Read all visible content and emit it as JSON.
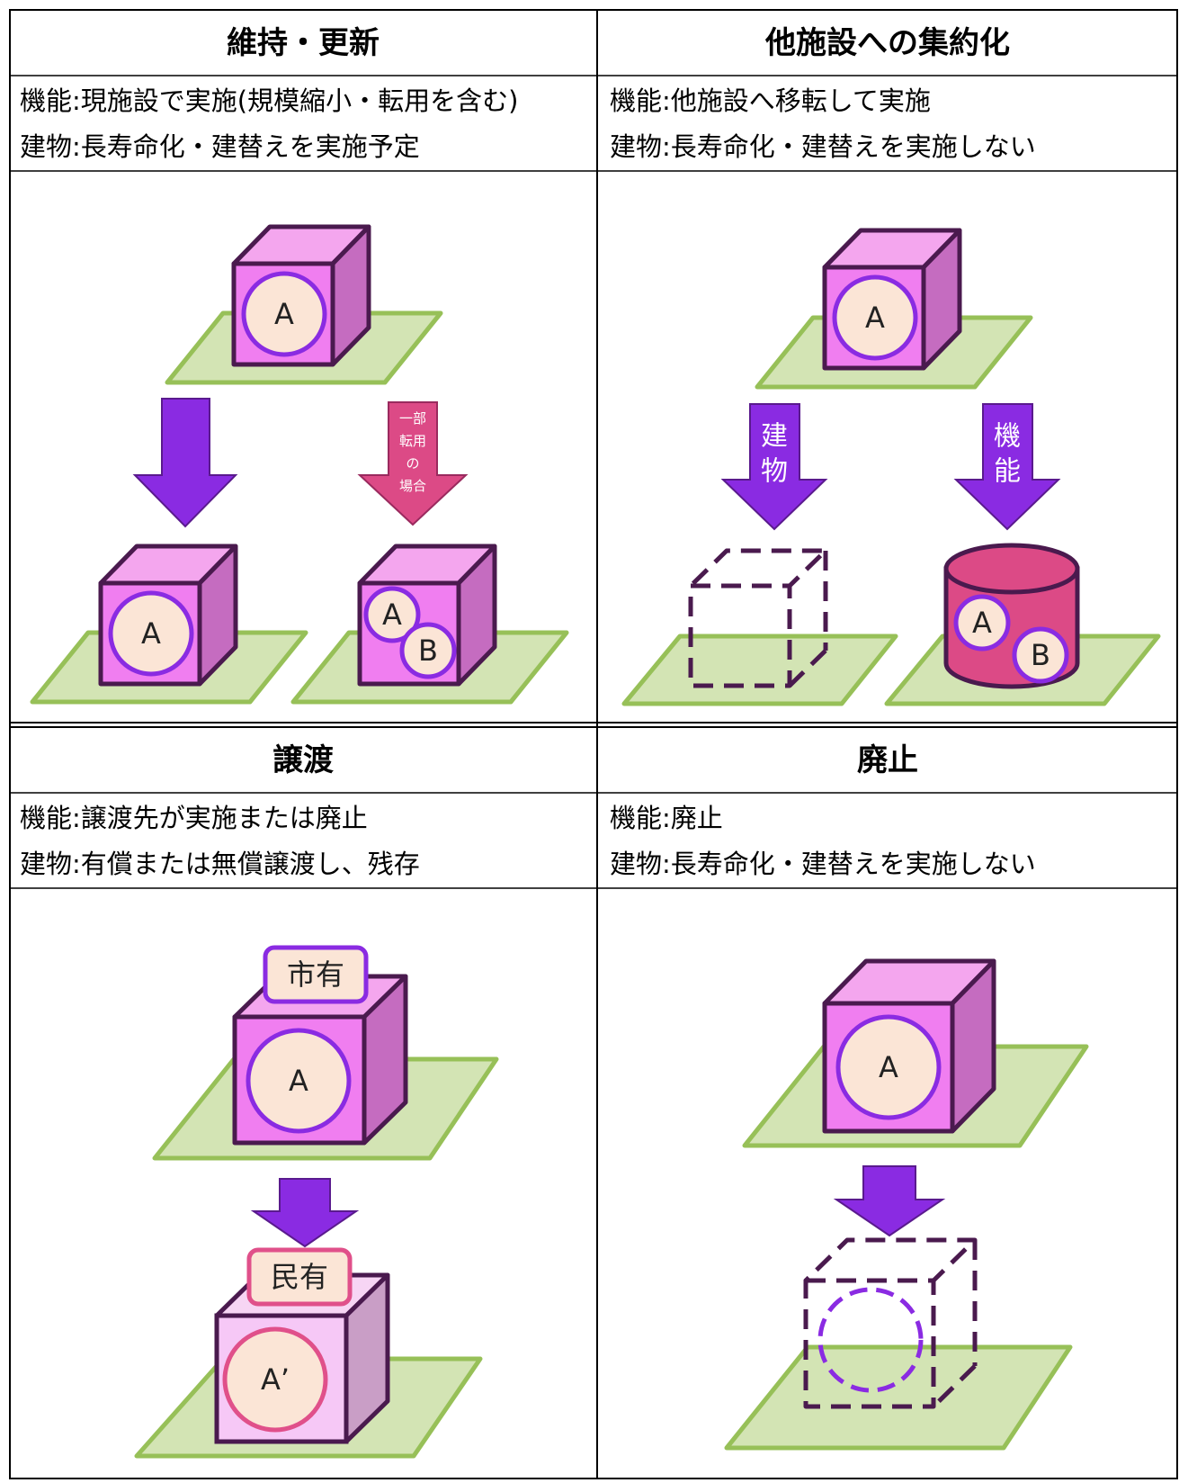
{
  "panels": {
    "maintain": {
      "title": "維持・更新",
      "function_line": "機能:現施設で実施(規模縮小・転用を含む)",
      "building_line": "建物:長寿命化・建替えを実施予定",
      "label_a": "A",
      "label_a_after": "A",
      "label_a_conv": "A",
      "label_b_conv": "B",
      "arrow_side_label": [
        "一部",
        "転用",
        "の",
        "場合"
      ]
    },
    "consolidate": {
      "title": "他施設への集約化",
      "function_line": "機能:他施設へ移転して実施",
      "building_line": "建物:長寿命化・建替えを実施しない",
      "label_a": "A",
      "arrow_building": [
        "建",
        "物"
      ],
      "arrow_function": [
        "機",
        "能"
      ],
      "label_a_target": "A",
      "label_b_target": "B"
    },
    "transfer": {
      "title": "譲渡",
      "function_line": "機能:譲渡先が実施または廃止",
      "building_line": "建物:有償または無償譲渡し、残存",
      "tag_city": "市有",
      "label_a": "A",
      "tag_private": "民有",
      "label_a_prime": "A’"
    },
    "abolish": {
      "title": "廃止",
      "function_line": "機能:廃止",
      "building_line": "建物:長寿命化・建替えを実施しない",
      "label_a": "A"
    }
  },
  "colors": {
    "ground": "#d3e4b4",
    "ground_stroke": "#97c058",
    "cube_front": "#f07ef0",
    "cube_top": "#f4a6ee",
    "cube_side": "#c56cc0",
    "cube_stroke": "#4a1a4e",
    "circle_fill": "#fbe5d6",
    "circle_stroke": "#8a2be2",
    "arrow_purple": "#8a2be2",
    "arrow_pink": "#dc4a86",
    "cylinder": "#dc4a86",
    "private_front": "#f6c8f6",
    "private_top": "#f7d5f4",
    "private_side": "#c99ec6",
    "private_circle_stroke": "#e0508a"
  }
}
